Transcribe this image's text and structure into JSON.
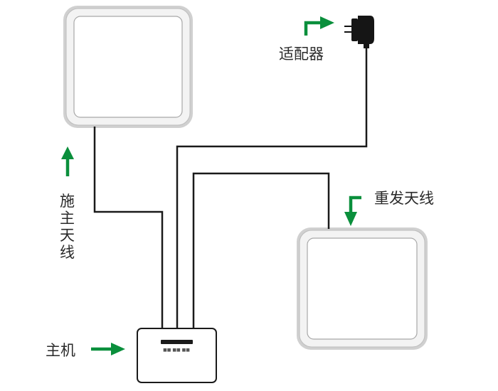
{
  "labels": {
    "adapter": "适配器",
    "tx_antenna": [
      "施",
      "主",
      "天",
      "线"
    ],
    "rx_antenna": "重发天线",
    "host": "主机"
  },
  "host_panel_text": "■■ ■■ ■■",
  "colors": {
    "arrow": "#0a8f3c",
    "cable": "#1a1a1a",
    "panel_outer": "#cfcfcf",
    "panel_inner": "#ffffff",
    "text": "#2a2a2a"
  },
  "icons": {
    "adapter": "power-adapter-icon",
    "arrow": "green-bent-arrow"
  }
}
